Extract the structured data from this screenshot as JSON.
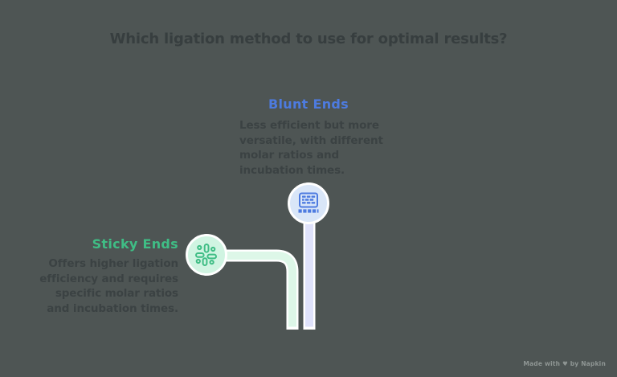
{
  "title": "Which ligation method to use for optimal results?",
  "watermark": "Made with ♥ by Napkin",
  "colors": {
    "background": "#4e5554",
    "heading_text": "#373e3f",
    "body_text": "#3b4243",
    "blunt_accent": "#4d7be0",
    "blunt_circle_fill": "#d9e6f8",
    "blunt_line_fill": "#dfe2fb",
    "sticky_accent": "#3fbd85",
    "sticky_circle_fill": "#d0f4e2",
    "sticky_line_fill": "#ddf7e8"
  },
  "nodes": {
    "blunt": {
      "label": "Blunt Ends",
      "description": "Less efficient but more\nversatile, with different\nmolar ratios and\nincubation times.",
      "icon": "brick-wall-icon"
    },
    "sticky": {
      "label": "Sticky Ends",
      "description": "Offers higher ligation\nefficiency and requires\nspecific molar ratios\nand incubation times.",
      "icon": "dna-fragments-icon"
    }
  }
}
